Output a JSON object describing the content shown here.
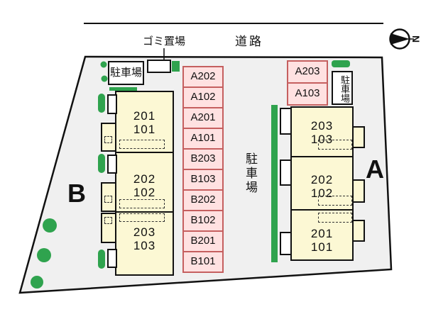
{
  "compass": {
    "north_label": "N"
  },
  "labels": {
    "road": "道路",
    "garbage": "ゴミ置場"
  },
  "parking_top_left": {
    "label": "駐車場"
  },
  "parking_center": {
    "label": "駐車場",
    "cells": [
      "A202",
      "A102",
      "A201",
      "A101",
      "B203",
      "B103",
      "B202",
      "B102",
      "B201",
      "B101"
    ]
  },
  "parking_right": {
    "label": "駐車場",
    "cells": [
      "A203",
      "A103"
    ]
  },
  "buildings": {
    "b": {
      "name": "B",
      "units": [
        {
          "label": "201\n101"
        },
        {
          "label": "202\n102"
        },
        {
          "label": "203\n103"
        }
      ]
    },
    "a": {
      "name": "A",
      "units": [
        {
          "label": "203\n103"
        },
        {
          "label": "202\n102"
        },
        {
          "label": "201\n101"
        }
      ]
    }
  },
  "colors": {
    "site_fill": "#f0f0f0",
    "building_fill": "#fcf8d4",
    "cell_fill": "#ffe1e1",
    "cell_border": "#c55f5f",
    "green": "#2fa34e"
  }
}
